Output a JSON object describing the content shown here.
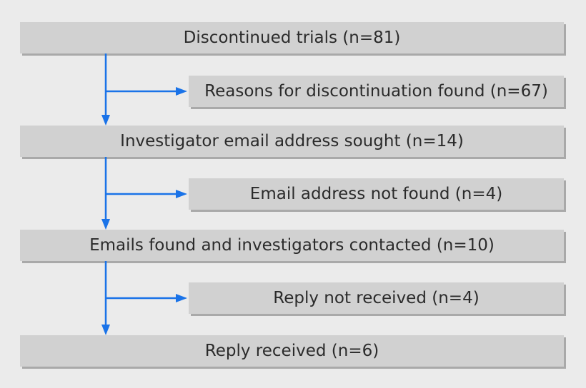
{
  "flowchart": {
    "arrow_color": "#1a73e8",
    "box_color": "#d1d1d1",
    "background_color": "#ebebeb",
    "nodes": {
      "discontinued": "Discontinued trials (n=81)",
      "reasons_found": "Reasons for discontinuation found (n=67)",
      "email_sought": "Investigator email address sought (n=14)",
      "email_not_found": "Email address not found (n=4)",
      "contacted": "Emails found and investigators contacted (n=10)",
      "reply_not_received": "Reply not received (n=4)",
      "reply_received": "Reply received (n=6)"
    }
  }
}
